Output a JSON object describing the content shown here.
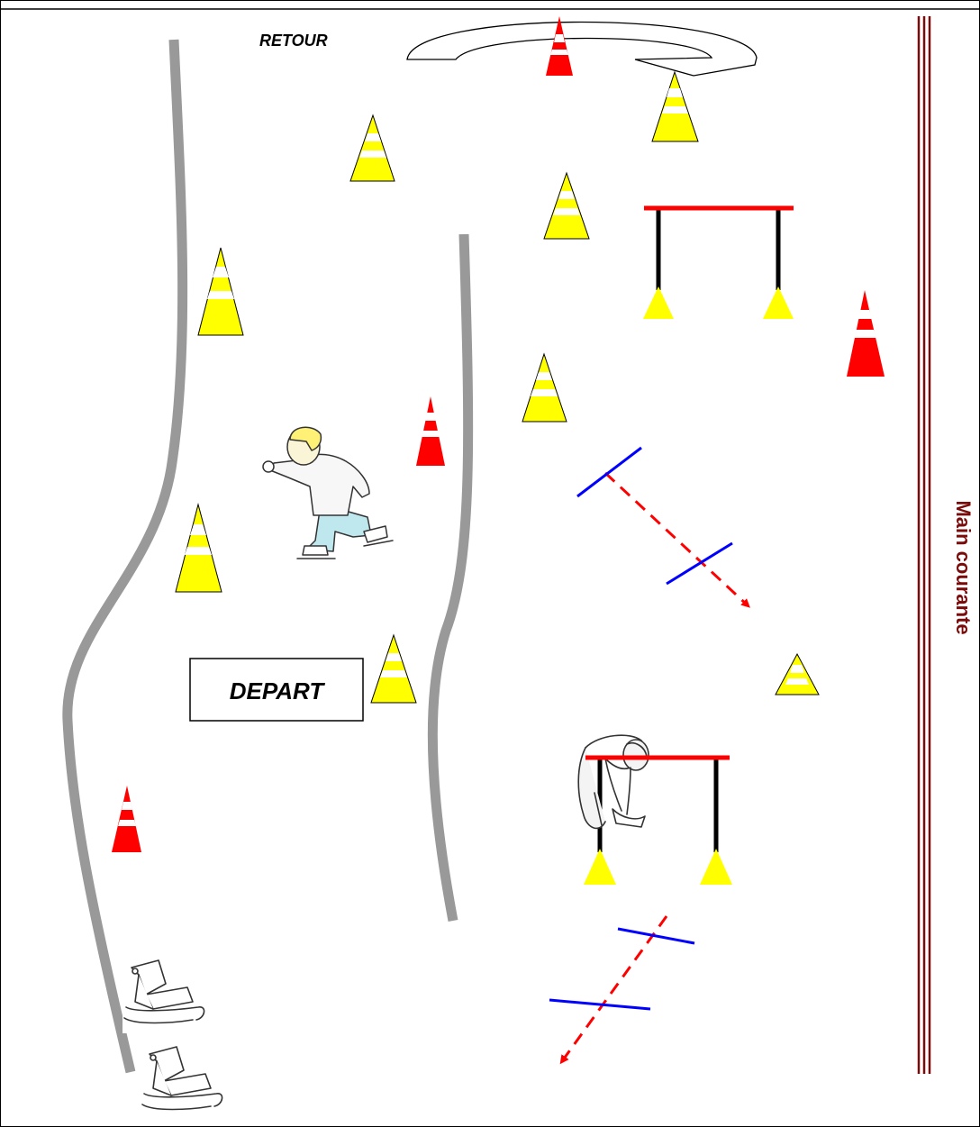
{
  "labels": {
    "retour": "RETOUR",
    "depart": "DEPART",
    "rail": "Main courante"
  },
  "colors": {
    "cone_yellow": "#ffff00",
    "cone_red": "#ff0000",
    "rail": "#7a0b0b",
    "barrier_bar": "#ff0000",
    "ground_line": "#0000ff",
    "path_line": "#999999"
  },
  "icons": [
    "traffic-cone-icon",
    "skater-icon",
    "bending-skater-icon",
    "sled-icon",
    "curved-arrow-icon",
    "dashed-arrow-icon"
  ]
}
